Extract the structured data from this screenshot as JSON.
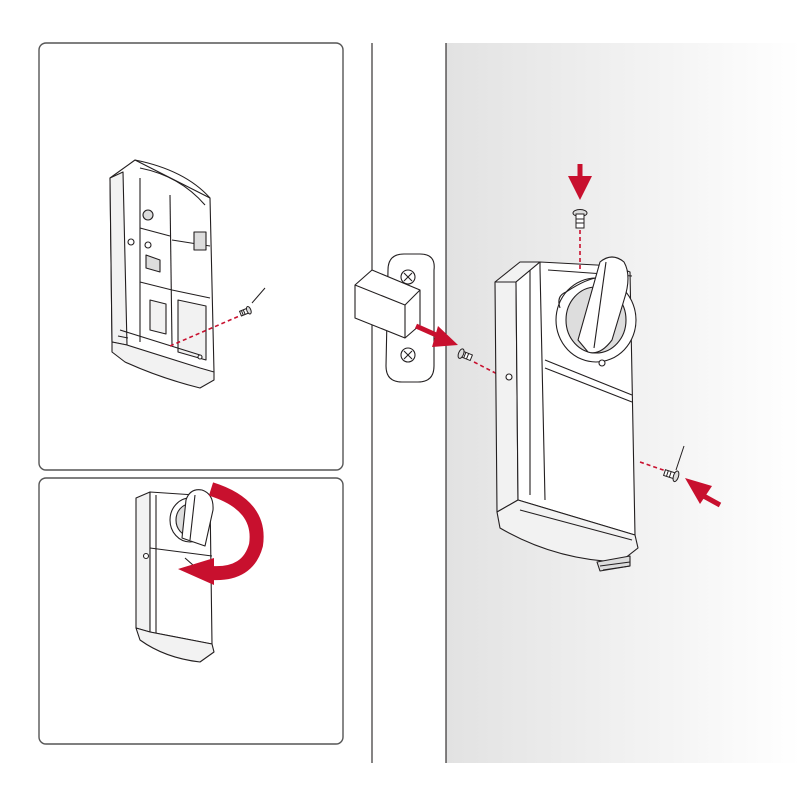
{
  "figure": {
    "kind": "installation-illustration",
    "panels": [
      {
        "id": "step-a",
        "content": "open-lock-housing-screw"
      },
      {
        "id": "step-b",
        "content": "turn-thumb-turn"
      },
      {
        "id": "step-c",
        "content": "mount-lock-on-door"
      }
    ],
    "labels": []
  },
  "colors": {
    "accent_red": "#c8102e",
    "outline": "#231f20",
    "panel_border": "#555555",
    "door_gradient_start": "#e2e2e2",
    "door_gradient_end": "#ffffff",
    "housing_fill": "#ffffff",
    "housing_shade": "#f2f2f2",
    "dark_shade": "#dddddd"
  },
  "icons": [
    "arrow-down-icon",
    "arrow-right-icon",
    "arrow-left-icon",
    "rotate-arrow-icon",
    "screw-icon"
  ]
}
